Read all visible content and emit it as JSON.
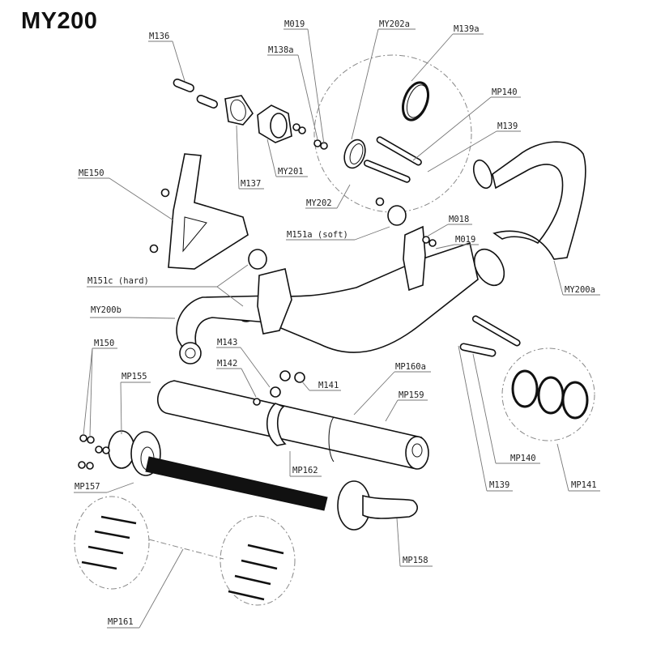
{
  "diagram": {
    "title": "MY200",
    "labels": {
      "M136": "M136",
      "M019_top": "M019",
      "M138a": "M138a",
      "MY202a": "MY202a",
      "M139a": "M139a",
      "MP140_top": "MP140",
      "M139_top": "M139",
      "ME150": "ME150",
      "M137": "M137",
      "MY201": "MY201",
      "MY202": "MY202",
      "M151a": "M151a (soft)",
      "M018": "M018",
      "M019_mid": "M019",
      "M151c": "M151c (hard)",
      "MY200a": "MY200a",
      "MY200b": "MY200b",
      "M150": "M150",
      "M143": "M143",
      "M142": "M142",
      "M141": "M141",
      "MP160a": "MP160a",
      "MP155": "MP155",
      "MP159": "MP159",
      "MP157": "MP157",
      "MP162": "MP162",
      "MP140_bottom": "MP140",
      "M139_bottom": "M139",
      "MP141": "MP141",
      "MP158": "MP158",
      "MP161": "MP161"
    }
  }
}
